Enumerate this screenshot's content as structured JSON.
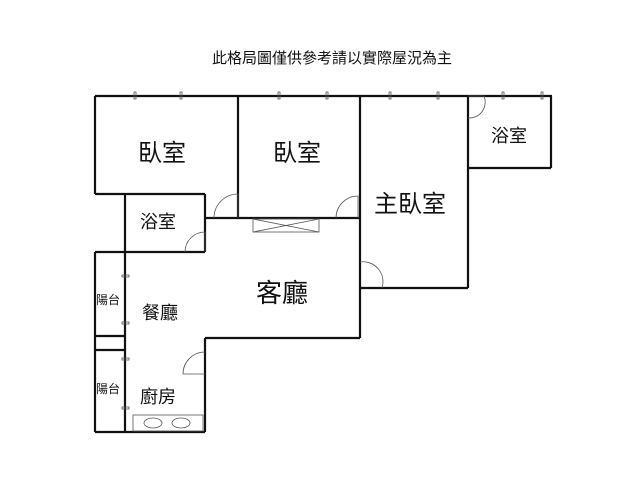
{
  "title": "此格局圖僅供參考請以實際屋況為主",
  "rooms": {
    "bedroom1": "臥室",
    "bedroom2": "臥室",
    "master_bedroom": "主臥室",
    "bathroom1": "浴室",
    "bathroom2": "浴室",
    "living_room": "客廳",
    "dining_room": "餐廳",
    "kitchen": "廚房",
    "balcony1": "陽台",
    "balcony2": "陽台"
  }
}
